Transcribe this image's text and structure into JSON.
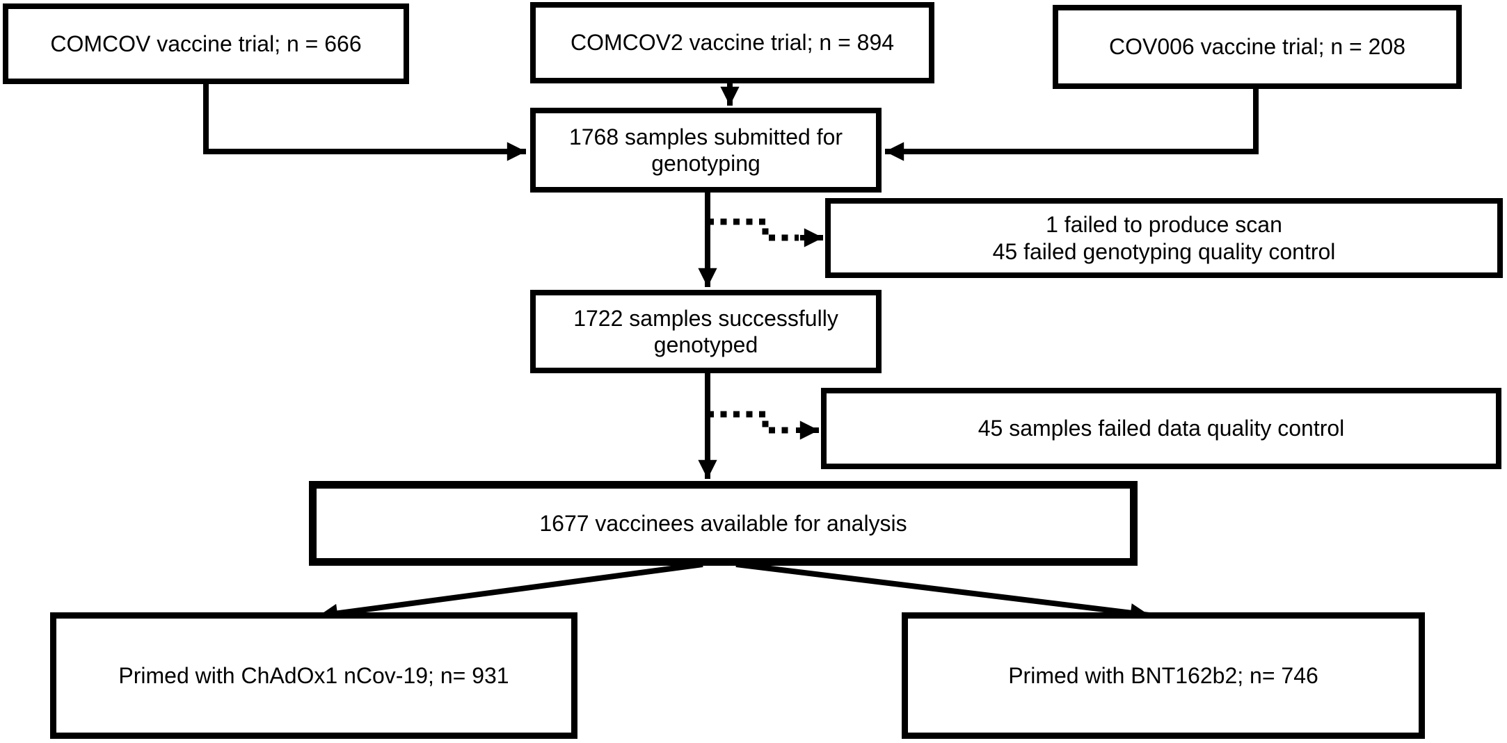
{
  "diagram": {
    "background_color": "#ffffff",
    "stroke_color": "#000000",
    "nodes": {
      "comcov": {
        "label": "COMCOV vaccine trial; n = 666"
      },
      "comcov2": {
        "label": "COMCOV2 vaccine trial; n = 894"
      },
      "cov006": {
        "label": "COV006 vaccine trial; n = 208"
      },
      "submitted": {
        "label": "1768 samples submitted for genotyping"
      },
      "fail_genotyping": {
        "lines": [
          "1 failed to produce scan",
          "45 failed genotyping quality control"
        ]
      },
      "genotyped": {
        "label": "1722 samples successfully genotyped"
      },
      "fail_data_qc": {
        "label": "45 samples failed data quality control"
      },
      "available": {
        "label": "1677 vaccinees available for analysis"
      },
      "primed_chadox": {
        "label": "Primed with ChAdOx1 nCov-19; n= 931"
      },
      "primed_bnt": {
        "label": "Primed with BNT162b2; n= 746"
      }
    },
    "edges": [
      {
        "from": "comcov",
        "to": "submitted",
        "style": "solid"
      },
      {
        "from": "comcov2",
        "to": "submitted",
        "style": "solid"
      },
      {
        "from": "cov006",
        "to": "submitted",
        "style": "solid"
      },
      {
        "from": "submitted",
        "to": "fail_genotyping",
        "style": "dotted"
      },
      {
        "from": "submitted",
        "to": "genotyped",
        "style": "solid"
      },
      {
        "from": "genotyped",
        "to": "fail_data_qc",
        "style": "dotted"
      },
      {
        "from": "genotyped",
        "to": "available",
        "style": "solid"
      },
      {
        "from": "available",
        "to": "primed_chadox",
        "style": "solid"
      },
      {
        "from": "available",
        "to": "primed_bnt",
        "style": "solid"
      }
    ]
  }
}
